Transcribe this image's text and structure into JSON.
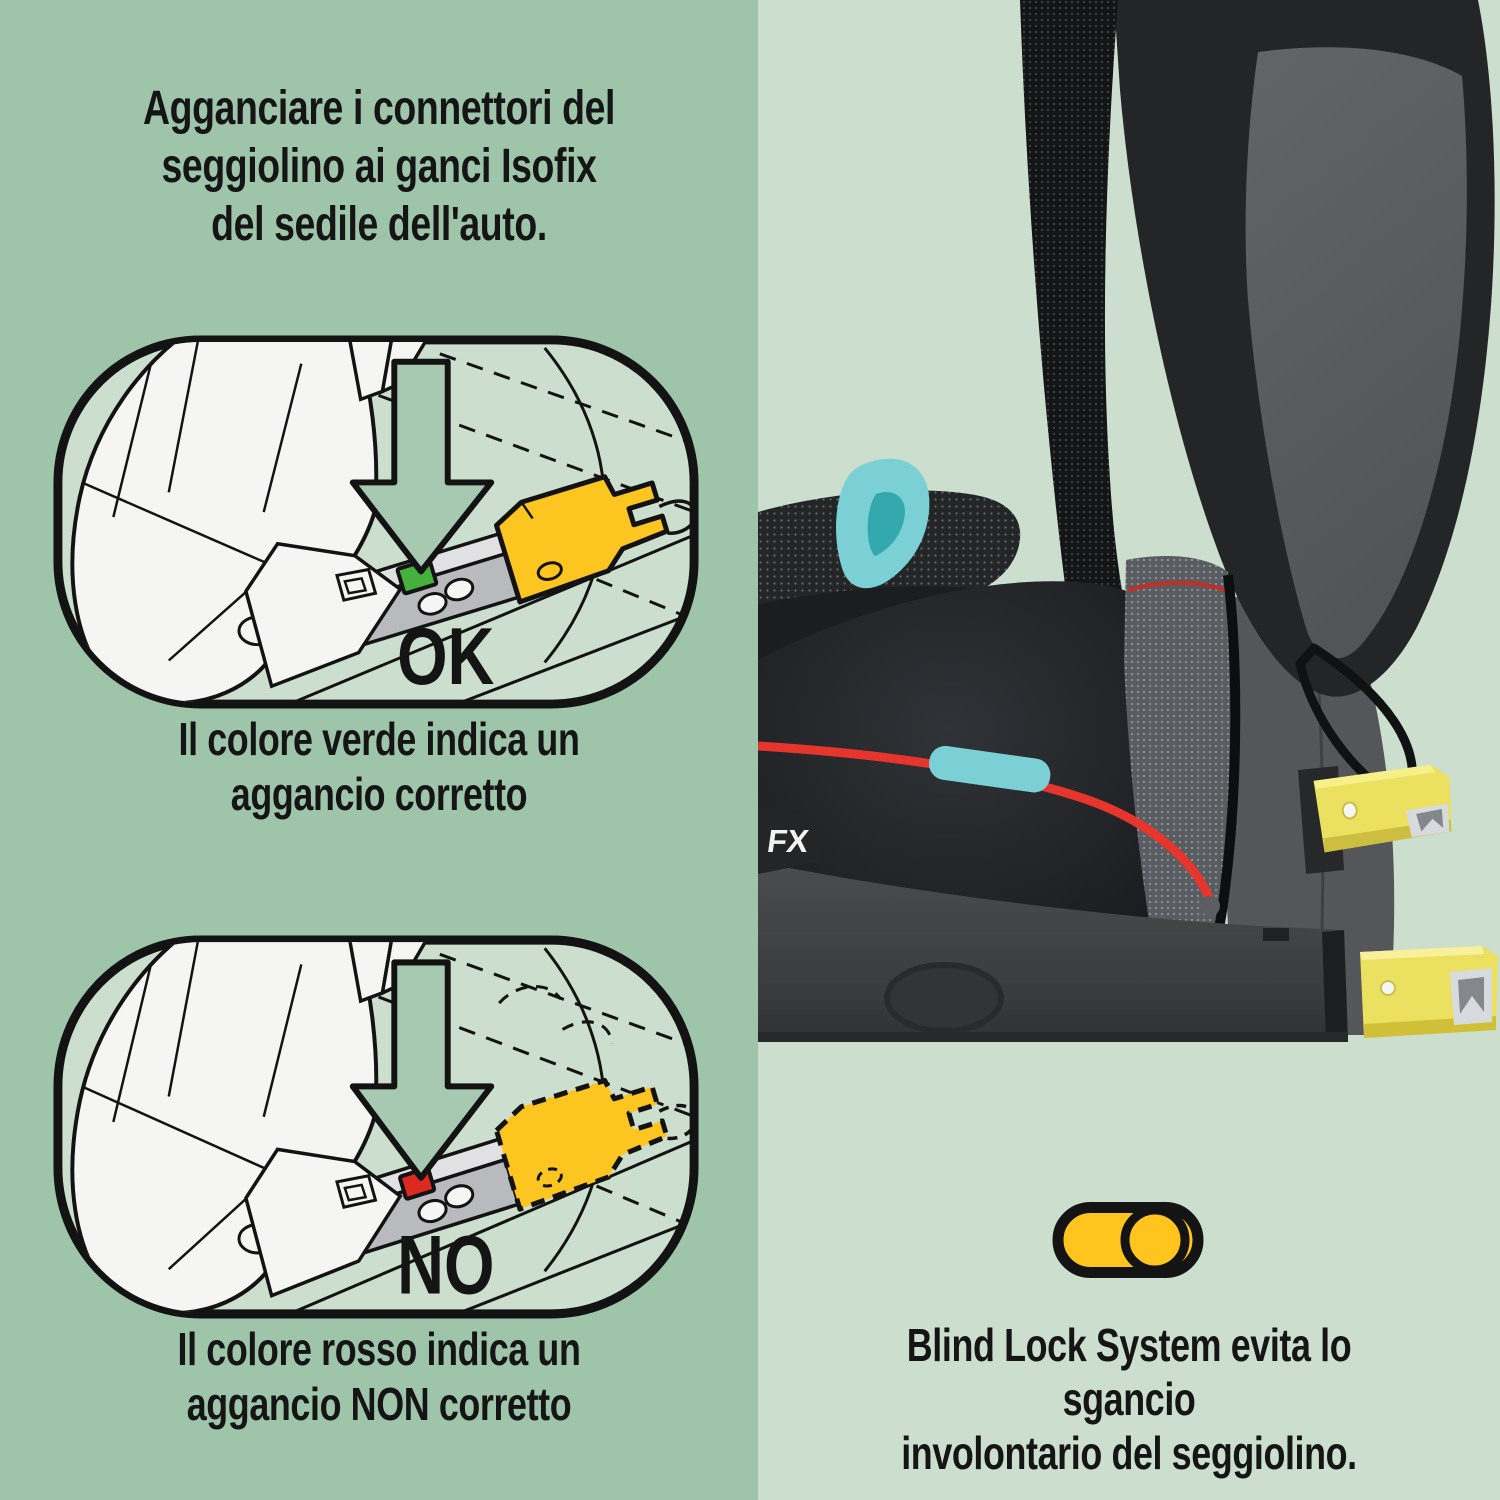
{
  "page": {
    "left_background": "#9ec4aa",
    "right_background": "#ccdecd"
  },
  "left_panel": {
    "title": "Agganciare i connettori del\nseggiolino ai ganci Isofix\ndel sedile dell'auto.",
    "diagram_ok": {
      "label": "OK",
      "indicator_color": "#45b03c",
      "caption": "Il colore verde indica un\naggancio corretto"
    },
    "diagram_no": {
      "label": "NO",
      "indicator_color": "#dd2a20",
      "caption": "Il colore rosso indica un\naggancio NON corretto"
    }
  },
  "right_panel": {
    "seat_label_fragment": "FX",
    "blind_lock": {
      "icon": "toggle-pill-icon",
      "icon_color": "#ffc41d",
      "caption": "Blind Lock System evita lo sgancio\ninvolontario del seggiolino."
    }
  },
  "colors": {
    "illustration_yellow": "#fcc520",
    "connector_yellow": "#ece060",
    "accent_teal": "#7ad0d4",
    "piping_red": "#e6352c",
    "outline_black": "#131313",
    "text": "#151515"
  }
}
